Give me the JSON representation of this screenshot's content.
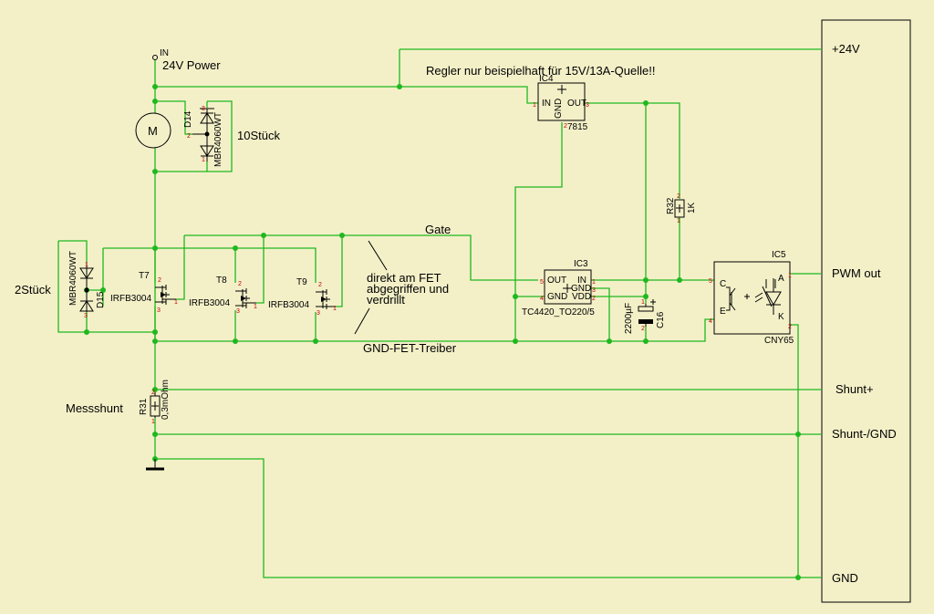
{
  "labels": {
    "in": "IN",
    "power": "24V Power",
    "note_reg": "Regler nur beispielhaft für 15V/13A-Quelle!!",
    "count10": "10Stück",
    "count2": "2Stück",
    "gate": "Gate",
    "note_fet1": "direkt am FET",
    "note_fet2": "abgegriffen und",
    "note_fet3": "verdrillt",
    "gnd_fet": "GND-FET-Treiber",
    "messshunt": "Messshunt",
    "motor": "M"
  },
  "connector": {
    "v24": "+24V",
    "pwm": "PWM out",
    "shunt_plus": "Shunt+",
    "shunt_minus": "Shunt-/GND",
    "gnd": "GND"
  },
  "parts": {
    "ic4_name": "IC4",
    "ic4_value": "7815",
    "ic4_in": "IN",
    "ic4_gnd": "GND",
    "ic4_out": "OUT",
    "ic3_name": "IC3",
    "ic3_value": "TC4420_TO220/5",
    "ic3_out": "OUT",
    "ic3_in": "IN",
    "ic3_gnd": "GND",
    "ic3_gnd2": "GND",
    "ic3_vdd": "VDD",
    "ic5_name": "IC5",
    "ic5_value": "CNY65",
    "ic5_c": "C",
    "ic5_e": "E",
    "ic5_a": "A",
    "ic5_k": "K",
    "d14_name": "D14",
    "d14_value": "MBR4060WT",
    "d15_name": "D15",
    "d15_value": "MBR4060WT",
    "t7": "T7",
    "t8": "T8",
    "t9": "T9",
    "fet_value": "IRFB3004",
    "r32_name": "R32",
    "r32_value": "1K",
    "r31_name": "R31",
    "r31_value": "0,3mOhm",
    "c16_name": "C16",
    "c16_value": "2200µF"
  }
}
